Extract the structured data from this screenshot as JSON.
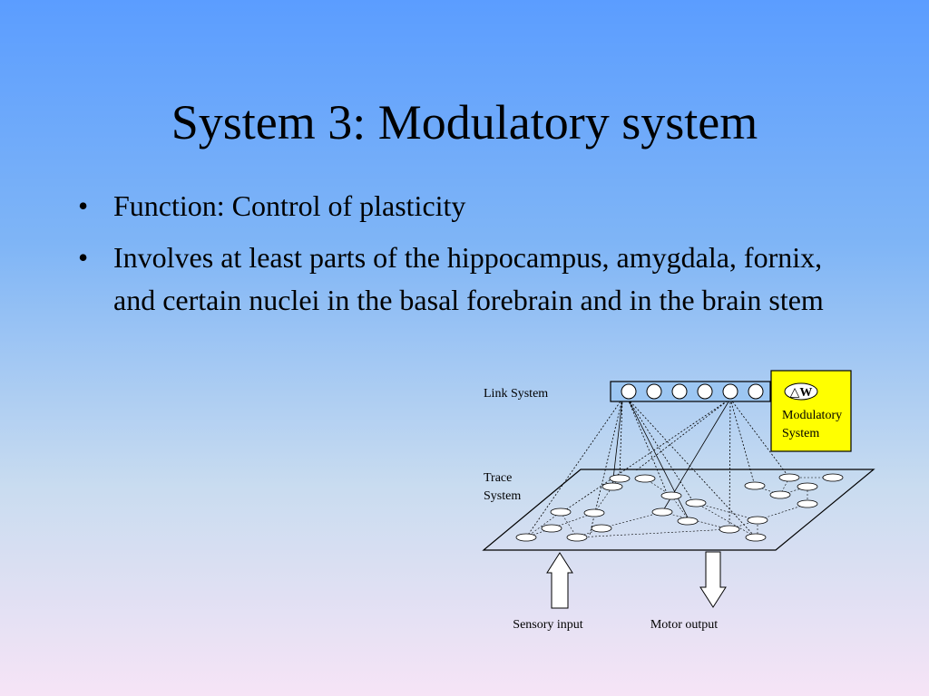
{
  "slide": {
    "title": "System 3: Modulatory system",
    "bullets": [
      "Function: Control of plasticity",
      "Involves at least parts of the hippocampus, amygdala, fornix, and certain nuclei in the basal forebrain and in the brain stem"
    ]
  },
  "diagram": {
    "link_system_label": "Link System",
    "trace_label": [
      "Trace",
      "System"
    ],
    "modulatory_label": [
      "Modulatory",
      "System"
    ],
    "delta_w_symbol": "△W",
    "sensory_label": "Sensory input",
    "motor_label": "Motor output",
    "modulatory_box_color": "#ffff00"
  }
}
